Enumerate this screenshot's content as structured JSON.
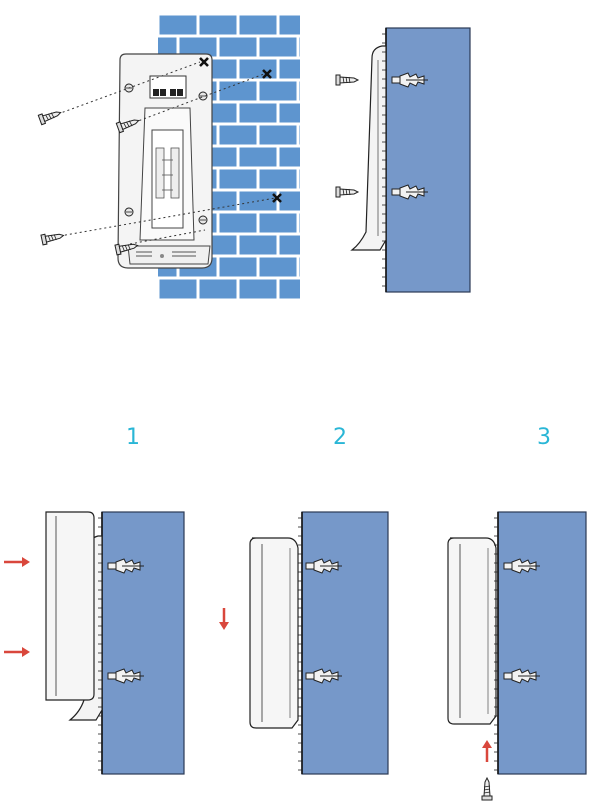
{
  "steps": [
    {
      "number": "1"
    },
    {
      "number": "2"
    },
    {
      "number": "3"
    }
  ],
  "colors": {
    "wall_blue": "#7698c9",
    "wall_outline": "#2b3a55",
    "brick_blue": "#5e95cf",
    "mortar": "#ffffff",
    "step_number": "#29b6d6",
    "arrow_red": "#d9473c",
    "housing": "#f4f4f4",
    "outline": "#222222"
  },
  "icons": {
    "screw": "screw-icon",
    "anchor": "wall-anchor-icon",
    "drill_mark": "x-drill-mark-icon",
    "arrow": "red-arrow-icon"
  }
}
